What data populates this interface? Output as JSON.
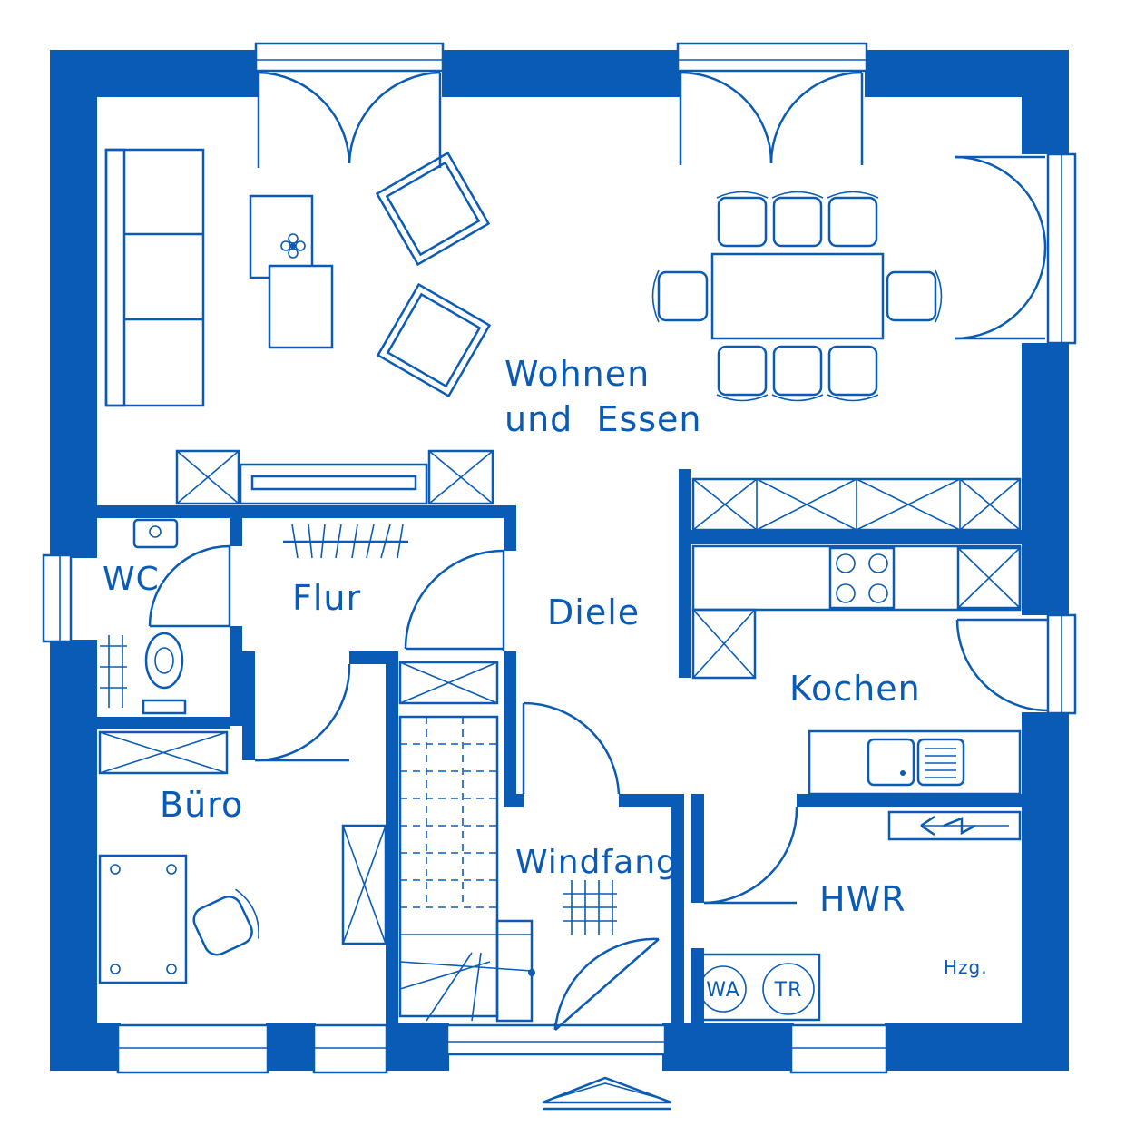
{
  "colors": {
    "wall": "#0a5bb5",
    "background": "#ffffff"
  },
  "rooms": {
    "wohnen_line1": "Wohnen",
    "wohnen_line2": "und  Essen",
    "wc": "WC",
    "flur": "Flur",
    "diele": "Diele",
    "kochen": "Kochen",
    "buero": "Büro",
    "windfang": "Windfang",
    "hwr": "HWR"
  },
  "fixtures": {
    "heating": "Hzg.",
    "washer": "WA",
    "dryer": "TR"
  },
  "icons": [
    "entrance-arrow-icon",
    "plant-icon",
    "electric-meter-icon"
  ]
}
